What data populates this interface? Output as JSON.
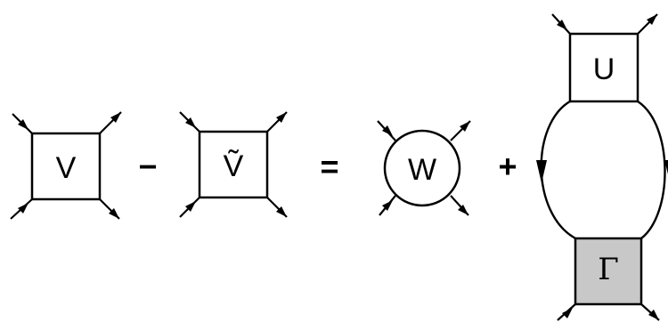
{
  "labels": {
    "v": "V",
    "v_tilde": "Ṽ",
    "w": "W",
    "u": "U",
    "gamma": "Γ"
  },
  "operators": {
    "minus": "−",
    "equals": "=",
    "plus": "+"
  },
  "colors": {
    "gamma_fill": "#c8c8c8",
    "line": "#000000"
  }
}
